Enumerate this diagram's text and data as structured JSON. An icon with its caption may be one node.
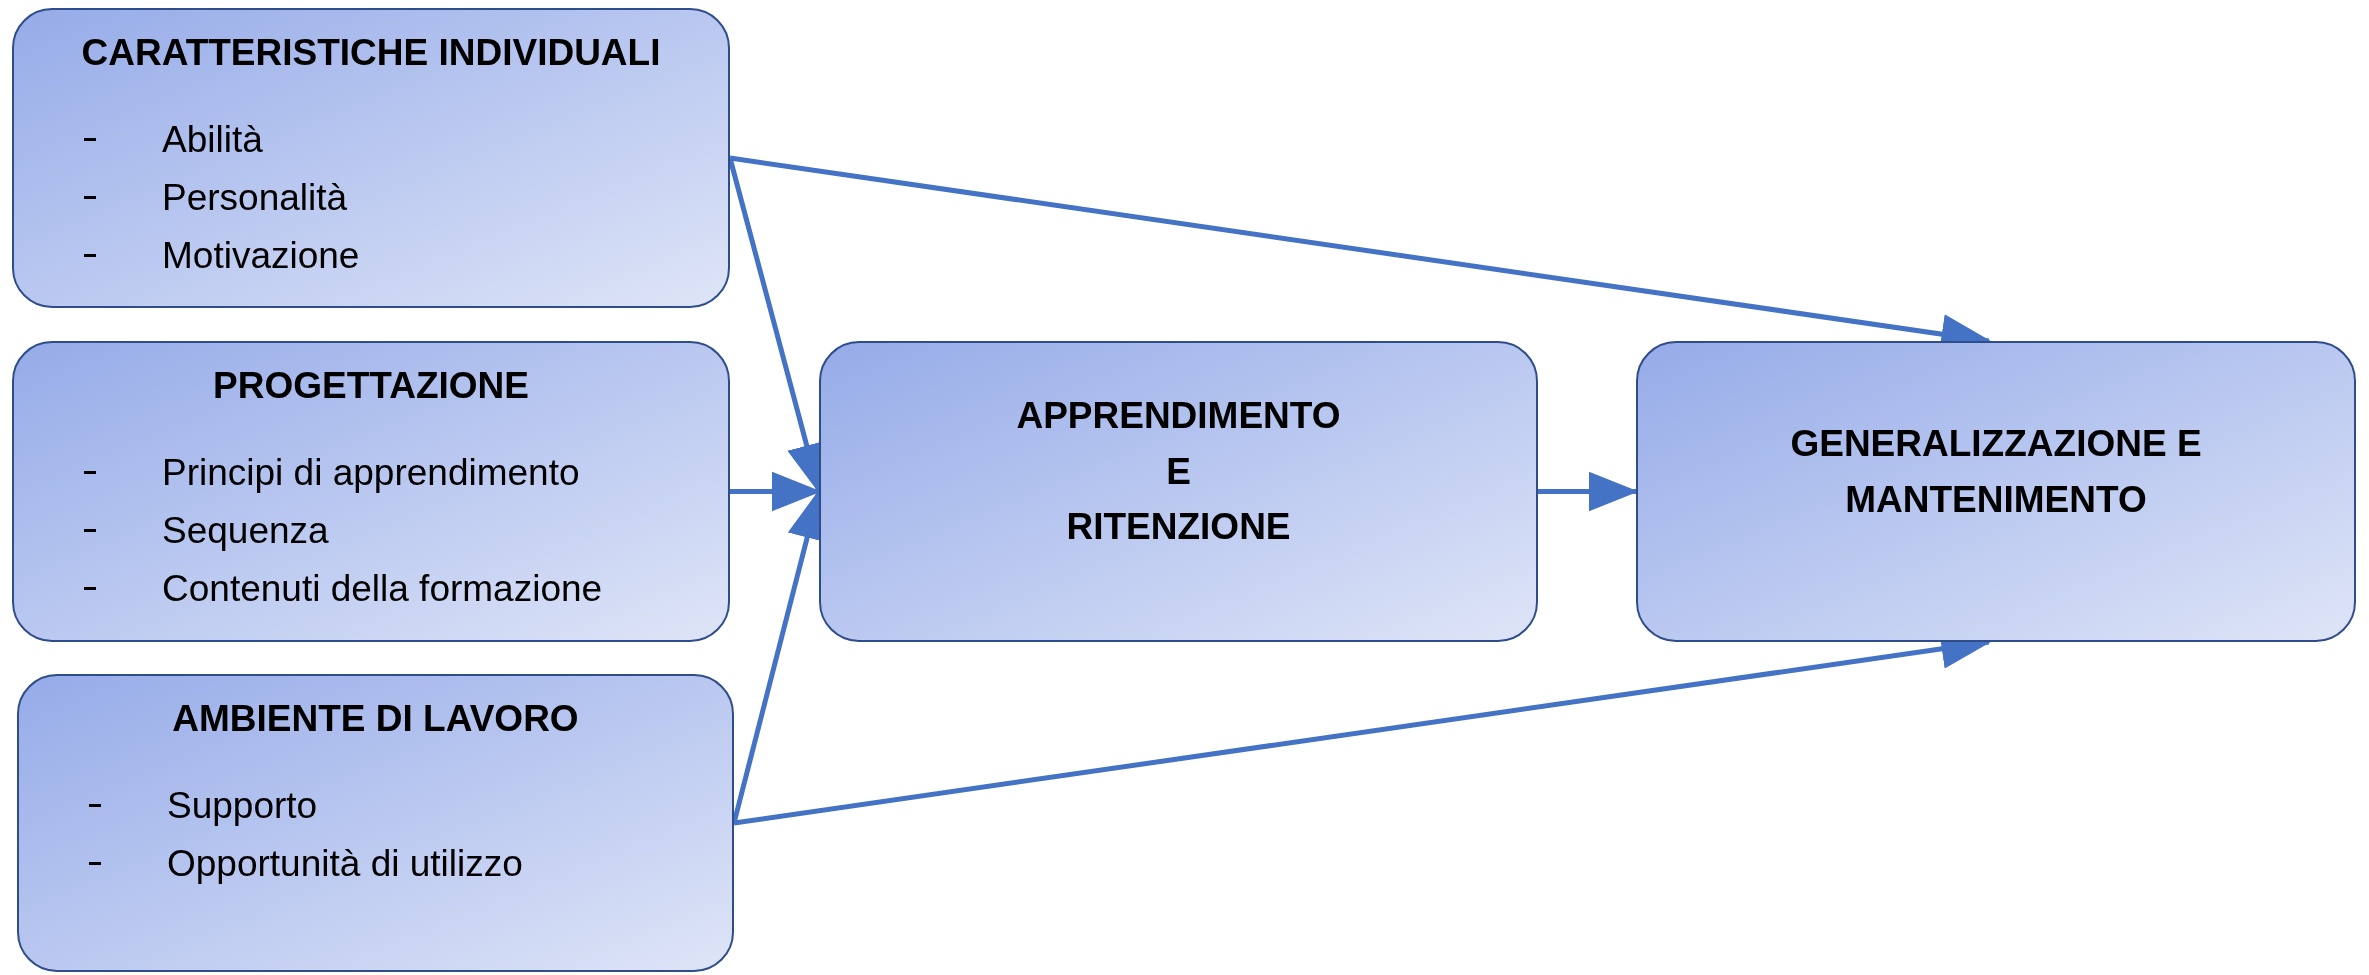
{
  "diagram": {
    "nodes": [
      {
        "text": [
          "CARATTERISTICHE INDIVIDUALI",
          "Abilità",
          "Personalità",
          "Motivazione"
        ]
      },
      {
        "text": [
          "PROGETTAZIONE",
          "Principi di apprendimento",
          "Sequenza",
          "Contenuti della formazione"
        ]
      },
      {
        "text": [
          "AMBIENTE DI LAVORO",
          "Supporto",
          "Opportunità di utilizzo"
        ]
      },
      {
        "text": [
          "APPRENDIMENTO",
          "E",
          "RITENZIONE"
        ]
      },
      {
        "text": [
          "GENERALIZZAZIONE E MANTENIMENTO"
        ]
      }
    ],
    "edges": [
      {
        "from": 0,
        "to": 3,
        "arrow": "to"
      },
      {
        "from": 1,
        "to": 3,
        "arrow": "to"
      },
      {
        "from": 2,
        "to": 3,
        "arrow": "to"
      },
      {
        "from": 0,
        "to": 4,
        "arrow": "to"
      },
      {
        "from": 2,
        "to": 4,
        "arrow": "to"
      },
      {
        "from": 3,
        "to": 4,
        "arrow": "to"
      }
    ]
  }
}
